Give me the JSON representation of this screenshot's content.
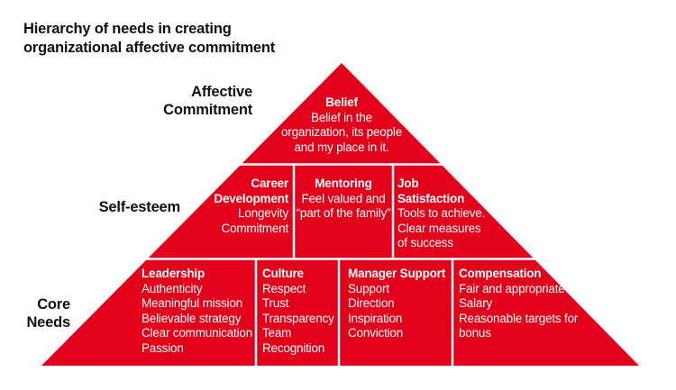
{
  "title": {
    "line1": "Hierarchy of needs in creating",
    "line2": "organizational affective commitment"
  },
  "levels": {
    "top": {
      "line1": "Affective",
      "line2": "Commitment"
    },
    "middle": {
      "line1": "Self-esteem"
    },
    "bottom": {
      "line1": "Core",
      "line2": "Needs"
    }
  },
  "belief": {
    "heading": "Belief",
    "lines": [
      "Belief in the",
      "organization, its people",
      "and my place in it."
    ]
  },
  "career": {
    "heading_lines": [
      "Career",
      "Development"
    ],
    "lines": [
      "Longevity",
      "Commitment"
    ]
  },
  "mentoring": {
    "heading": "Mentoring",
    "lines": [
      "Feel valued and",
      "“part of the family”"
    ]
  },
  "job": {
    "heading_lines": [
      "Job",
      "Satisfaction"
    ],
    "lines": [
      "Tools to achieve.",
      "Clear measures",
      "of success"
    ]
  },
  "leadership": {
    "heading": "Leadership",
    "lines": [
      "Authenticity",
      "Meaningful mission",
      "Believable strategy",
      "Clear communication",
      "Passion"
    ]
  },
  "culture": {
    "heading": "Culture",
    "lines": [
      "Respect",
      "Trust",
      "Transparency",
      "Team",
      "Recognition"
    ]
  },
  "manager": {
    "heading": "Manager Support",
    "lines": [
      "Support",
      "Direction",
      "Inspiration",
      "Conviction"
    ]
  },
  "compensation": {
    "heading": "Compensation",
    "lines": [
      "Fair and appropriate",
      "Salary",
      "Reasonable targets for",
      "bonus"
    ]
  },
  "colors": {
    "pyramid": "#e2001a",
    "divider": "#ffffff",
    "text": "#111111"
  }
}
